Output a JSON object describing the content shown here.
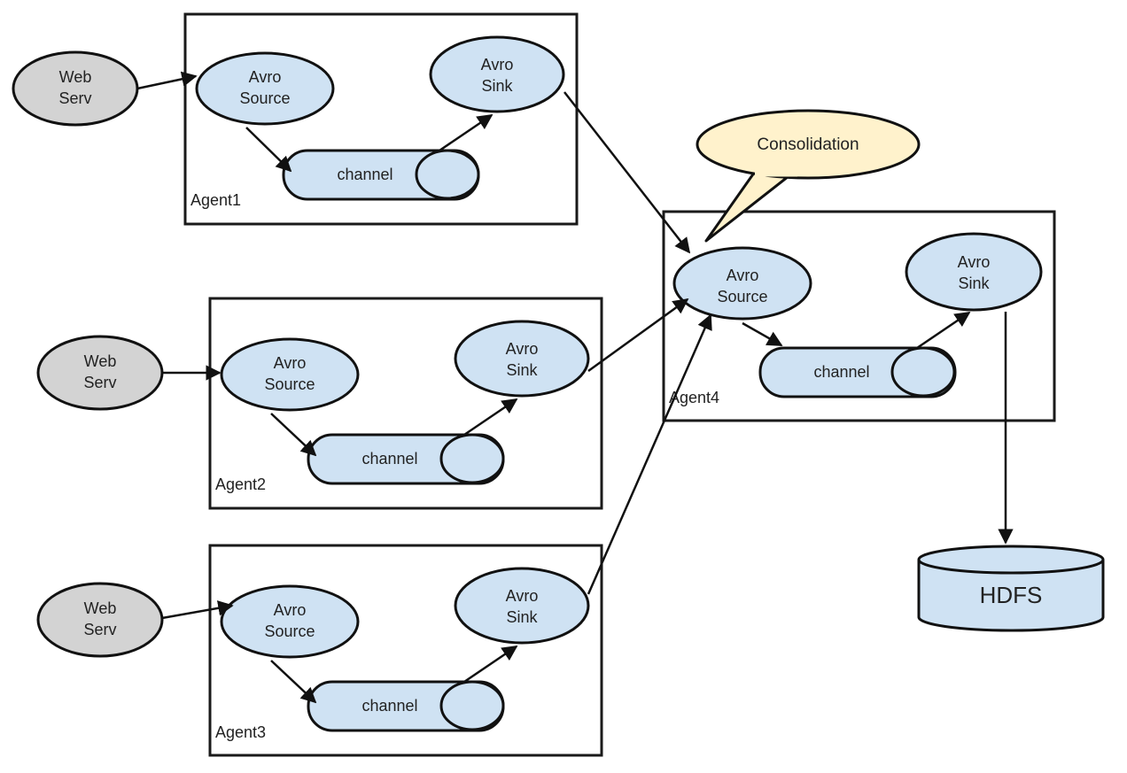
{
  "colors": {
    "web_serv_fill": "#d3d3d3",
    "component_fill": "#cfe2f3",
    "callout_fill": "#fff2cc",
    "stroke": "#111111"
  },
  "web_servs": [
    {
      "line1": "Web",
      "line2": "Serv"
    },
    {
      "line1": "Web",
      "line2": "Serv"
    },
    {
      "line1": "Web",
      "line2": "Serv"
    }
  ],
  "agents": [
    {
      "label": "Agent1",
      "source": {
        "line1": "Avro",
        "line2": "Source"
      },
      "sink": {
        "line1": "Avro",
        "line2": "Sink"
      },
      "channel": "channel"
    },
    {
      "label": "Agent2",
      "source": {
        "line1": "Avro",
        "line2": "Source"
      },
      "sink": {
        "line1": "Avro",
        "line2": "Sink"
      },
      "channel": "channel"
    },
    {
      "label": "Agent3",
      "source": {
        "line1": "Avro",
        "line2": "Source"
      },
      "sink": {
        "line1": "Avro",
        "line2": "Sink"
      },
      "channel": "channel"
    },
    {
      "label": "Agent4",
      "source": {
        "line1": "Avro",
        "line2": "Source"
      },
      "sink": {
        "line1": "Avro",
        "line2": "Sink"
      },
      "channel": "channel"
    }
  ],
  "callout": {
    "text": "Consolidation"
  },
  "storage": {
    "text": "HDFS"
  }
}
